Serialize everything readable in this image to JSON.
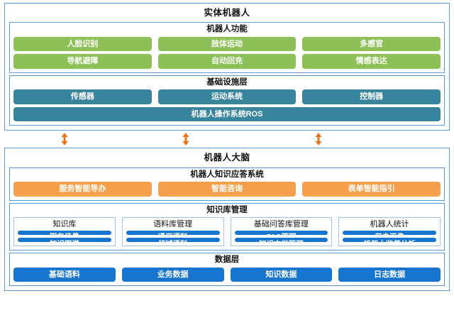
{
  "diagram": {
    "accent_colors": {
      "frame_border": "#5B9BD5",
      "green": "#8DC056",
      "teal": "#37849C",
      "orange": "#F5A04C",
      "blue": "#1575D1"
    },
    "sections": [
      {
        "id": "physical-robot",
        "title": "实体机器人",
        "panels": [
          {
            "id": "robot-functions",
            "title": "机器人功能",
            "rows": [
              [
                "人脸识别",
                "肢体运动",
                "多感官"
              ],
              [
                "导航避障",
                "自动回充",
                "情感表达"
              ]
            ]
          },
          {
            "id": "infrastructure-layer",
            "title": "基础设施层",
            "rows": [
              [
                "传感器",
                "运动系统",
                "控制器"
              ],
              [
                "机器人操作系统ROS"
              ]
            ]
          }
        ]
      },
      {
        "id": "robot-brain",
        "title": "机器人大脑",
        "panels": [
          {
            "id": "knowledge-answer-system",
            "title": "机器人知识应答系统",
            "rows": [
              [
                "服务智能导办",
                "智能咨询",
                "表单智能指引"
              ]
            ]
          },
          {
            "id": "knowledge-base-management",
            "title": "知识库管理",
            "cards": [
              {
                "title": "知识库",
                "items": [
                  "服务场景",
                  "知识图谱"
                ]
              },
              {
                "title": "语料库管理",
                "items": [
                  "通用语料",
                  "领域语料"
                ]
              },
              {
                "title": "基础问答库管理",
                "items": [
                  "FAQ管理",
                  "知识文档管理"
                ]
              },
              {
                "title": "机器人统计",
                "items": [
                  "用户画像",
                  "机器人监督分析"
                ]
              }
            ]
          },
          {
            "id": "data-layer",
            "title": "数据层",
            "rows": [
              [
                "基础语料",
                "业务数据",
                "知识数据",
                "日志数据"
              ]
            ]
          }
        ]
      }
    ],
    "connectors": {
      "icon": "double-headed-vertical-arrow-icon",
      "color": "#E8751A",
      "count": 3
    }
  }
}
